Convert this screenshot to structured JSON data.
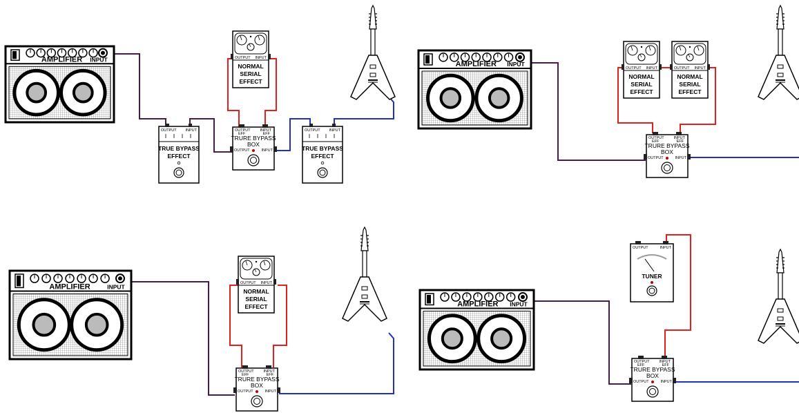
{
  "labels": {
    "amplifier": "AMPLIFIER",
    "input": "INPUT",
    "output": "OUTPUT",
    "output_eff": "OUTPUT",
    "eff": "EFF",
    "input_eff": "INPUT",
    "true_bypass_box_line1": "TRURE BYPASS",
    "true_bypass_box_line2": "BOX",
    "true_bypass_effect_line1": "TRUE BYPASS",
    "true_bypass_effect_line2": "EFFECT",
    "normal_line1": "NORMAL",
    "normal_line2": "SERIAL",
    "normal_line3": "EFFECT",
    "tuner": "TUNER"
  },
  "colors": {
    "cable_amp": "#4a1a4a",
    "cable_loop": "#e02020",
    "cable_guitar": "#2030c0",
    "led": "#c00000",
    "grille": "#bbbbbb"
  },
  "diagrams": [
    {
      "id": "setup-1",
      "description_components": [
        "amplifier",
        "true-bypass-effect",
        "true-bypass-box",
        "normal-serial-effect",
        "true-bypass-effect",
        "guitar"
      ]
    },
    {
      "id": "setup-2",
      "description_components": [
        "amplifier",
        "true-bypass-box",
        "normal-serial-effect",
        "normal-serial-effect",
        "guitar"
      ]
    },
    {
      "id": "setup-3",
      "description_components": [
        "amplifier",
        "true-bypass-box",
        "normal-serial-effect",
        "guitar"
      ]
    },
    {
      "id": "setup-4",
      "description_components": [
        "amplifier",
        "true-bypass-box",
        "tuner",
        "guitar"
      ]
    }
  ]
}
